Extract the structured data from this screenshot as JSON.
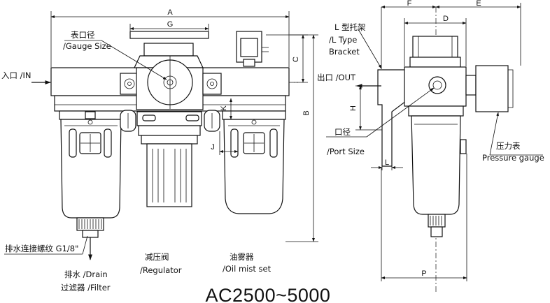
{
  "title": "AC2500~5000",
  "labels": {
    "gauge_size_cn": "表口径",
    "gauge_size_en": "/Gauge Size",
    "inlet": "入口 /IN",
    "outlet": "出口 /OUT",
    "bracket_cn": "L 型托架",
    "bracket_en1": "/L Type",
    "bracket_en2": "Bracket",
    "port_size_cn": "口径",
    "port_size_en": "/Port Size",
    "pressure_gauge_cn": "压力表",
    "pressure_gauge_en": "Pressure gauge",
    "drain_thread": "排水连接螺纹 G1/8\"",
    "drain": "排水 /Drain",
    "filter": "过滤器 /Filter",
    "regulator_cn": "减压阀",
    "regulator_en": "/Regulator",
    "oil_mist_cn": "油雾器",
    "oil_mist_en": "/Oil mist set"
  },
  "dimensions": {
    "A": "A",
    "B": "B",
    "C": "C",
    "D": "D",
    "E": "E",
    "F": "F",
    "G": "G",
    "H": "H",
    "J": "J",
    "K": "K",
    "L": "L",
    "P": "P"
  }
}
